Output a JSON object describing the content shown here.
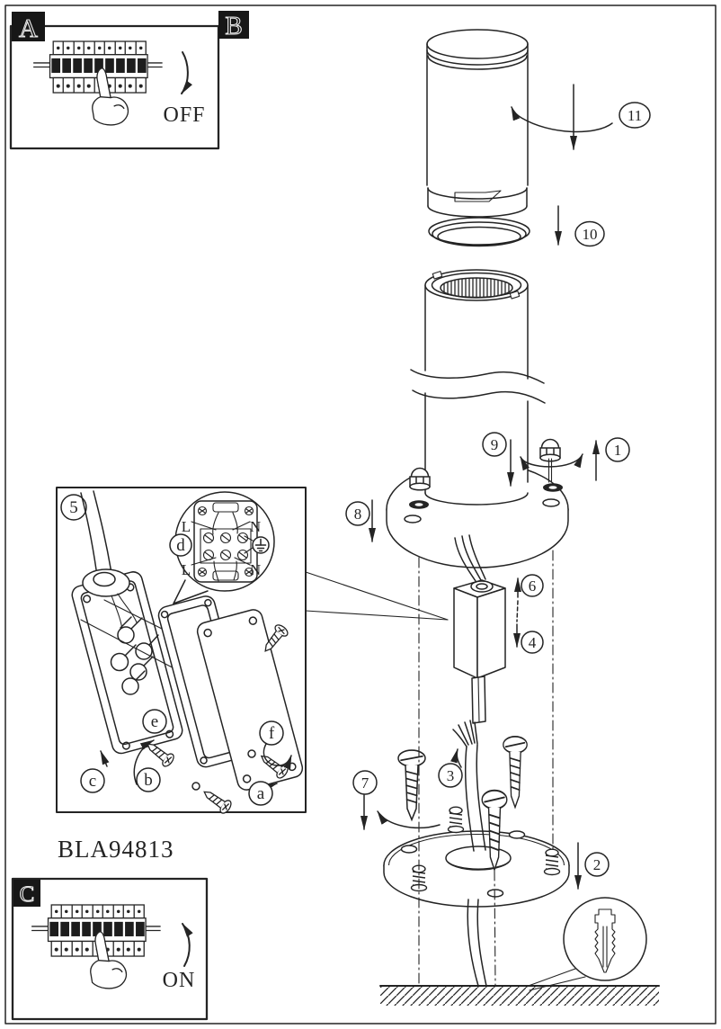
{
  "colors": {
    "line": "#242424",
    "paper": "#ffffff",
    "tag_background": "#171717",
    "tag_foreground": "#ededed"
  },
  "product_code": "BLA94813",
  "panel_a": {
    "tag": "A",
    "caption": "OFF"
  },
  "panel_b": {
    "tag": "B"
  },
  "panel_c": {
    "tag": "C",
    "caption": "ON"
  },
  "steps": {
    "n1": "1",
    "n2": "2",
    "n3": "3",
    "n4": "4",
    "n5": "5",
    "n6": "6",
    "n7": "7",
    "n8": "8",
    "n9": "9",
    "n10": "10",
    "n11": "11"
  },
  "detail_view": {
    "terminal": {
      "l_top": "L",
      "n_top": "N",
      "l_bottom": "L",
      "n_bottom": "N"
    },
    "callouts": {
      "a": "a",
      "b": "b",
      "c": "c",
      "d": "d",
      "e": "e",
      "f": "f"
    }
  },
  "icons": {
    "earth_ground": "earth-ground-symbol",
    "hand": "pointing-hand",
    "breaker": "circuit-breaker-row"
  }
}
